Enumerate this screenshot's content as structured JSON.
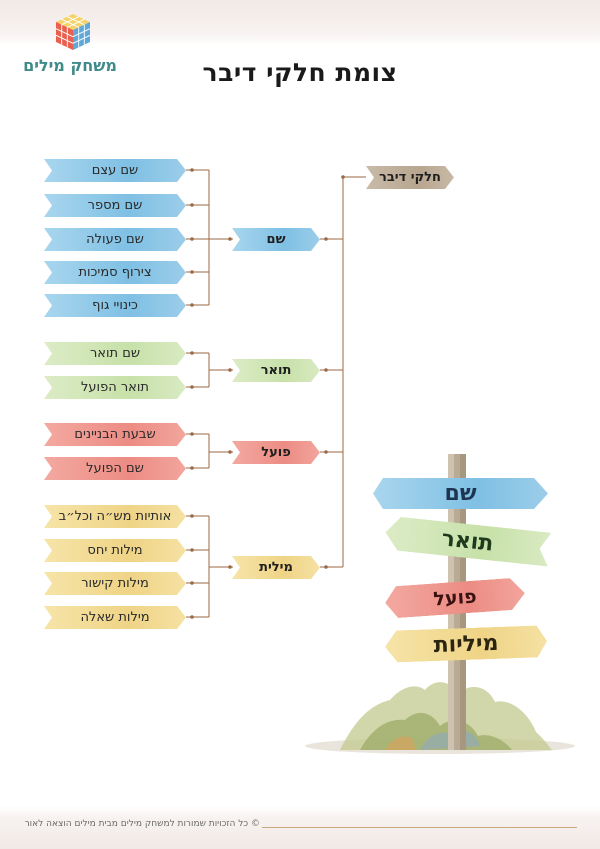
{
  "logo": {
    "text": "משחק מילים"
  },
  "title": "צומת חלקי דיבר",
  "root": {
    "label": "חלקי דיבר"
  },
  "groups": [
    {
      "label": "שם",
      "color": "#7fc0e4",
      "items": [
        "שם עצם",
        "שם מספר",
        "שם פעולה",
        "צירוף סמיכות",
        "כינויי גוף"
      ]
    },
    {
      "label": "תואר",
      "color": "#c7e1a9",
      "items": [
        "שם תואר",
        "תואר הפועל"
      ]
    },
    {
      "label": "פועל",
      "color": "#ec8c84",
      "items": [
        "שבעת הבניינים",
        "שם הפועל"
      ]
    },
    {
      "label": "מילית",
      "color": "#efd486",
      "items": [
        "אותיות מש״ה וכל״ב",
        "מילות יחס",
        "מילות קישור",
        "מילות שאלה"
      ]
    }
  ],
  "signpost": {
    "signs": [
      {
        "label": "שם",
        "color": "#7fc0e4"
      },
      {
        "label": "תואר",
        "color": "#c7e1a9"
      },
      {
        "label": "פועל",
        "color": "#ec8c84"
      },
      {
        "label": "מיליות",
        "color": "#efd486"
      }
    ]
  },
  "footer": "© כל הזכויות שמורות למשחק מילים מבית מילים הוצאה לאור",
  "line_color": "#9b6a45"
}
